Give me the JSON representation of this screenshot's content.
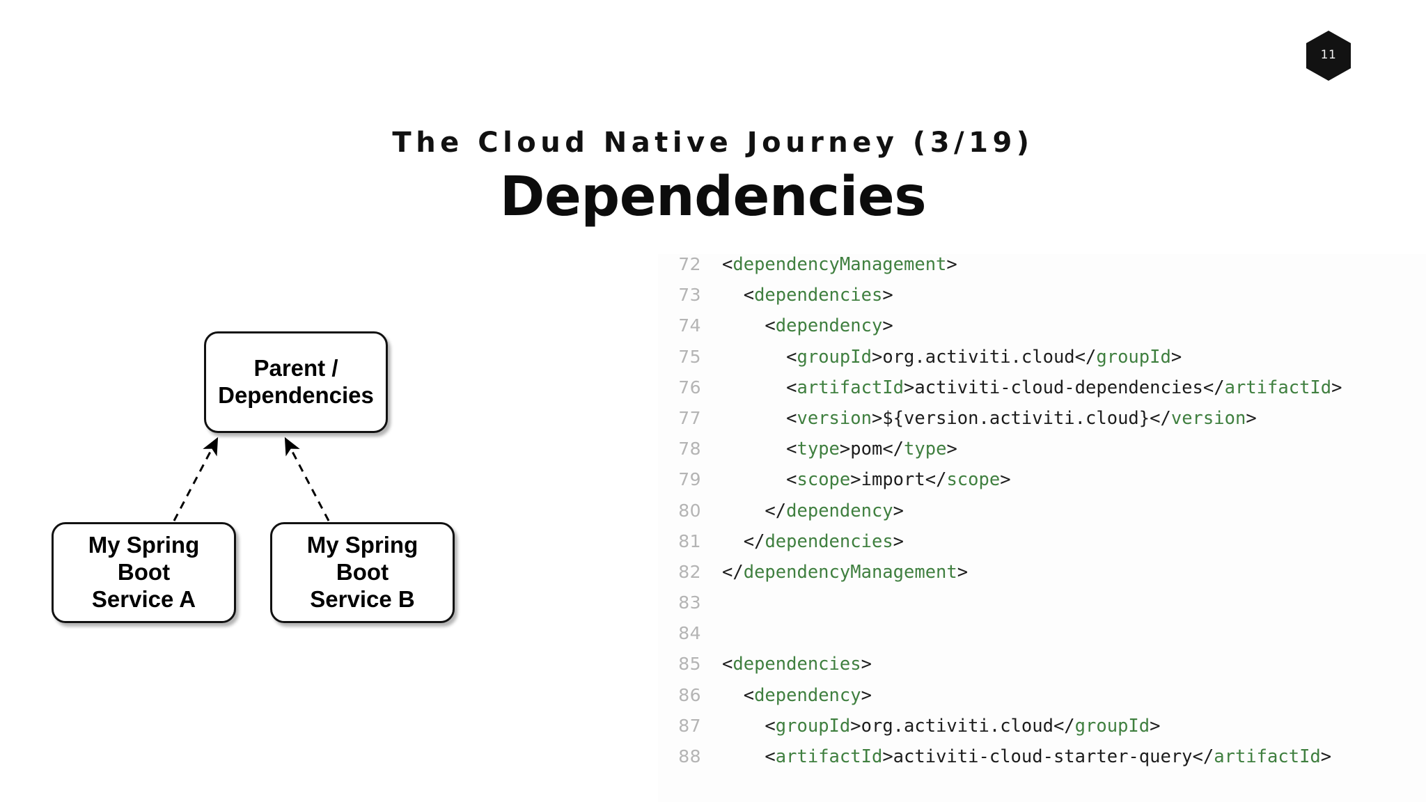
{
  "slide": {
    "badge": {
      "number": "11",
      "icon": "hexagon-badge"
    },
    "kicker": "The Cloud Native Journey (3/19)",
    "headline": "Dependencies"
  },
  "diagram": {
    "name": "dependency-hierarchy-diagram",
    "nodes": [
      {
        "id": "parent",
        "line1": "Parent /",
        "line2": "Dependencies"
      },
      {
        "id": "service-a",
        "line1": "My Spring Boot",
        "line2": "Service A"
      },
      {
        "id": "service-b",
        "line1": "My Spring Boot",
        "line2": "Service B"
      }
    ],
    "edges": [
      {
        "from": "service-a",
        "to": "parent",
        "style": "dashed",
        "arrow": "filled"
      },
      {
        "from": "service-b",
        "to": "parent",
        "style": "dashed",
        "arrow": "filled"
      }
    ]
  },
  "code": {
    "language": "xml",
    "colors": {
      "tag": "#3f7f3f",
      "text": "#1c1c1c",
      "line_number": "#b4b4b4",
      "background": "#fdfdfd"
    },
    "lines": [
      {
        "n": "72",
        "indent": 0,
        "tokens": [
          {
            "t": "punct",
            "v": "<"
          },
          {
            "t": "tag",
            "v": "dependencyManagement"
          },
          {
            "t": "punct",
            "v": ">"
          }
        ]
      },
      {
        "n": "73",
        "indent": 1,
        "tokens": [
          {
            "t": "punct",
            "v": "<"
          },
          {
            "t": "tag",
            "v": "dependencies"
          },
          {
            "t": "punct",
            "v": ">"
          }
        ]
      },
      {
        "n": "74",
        "indent": 2,
        "tokens": [
          {
            "t": "punct",
            "v": "<"
          },
          {
            "t": "tag",
            "v": "dependency"
          },
          {
            "t": "punct",
            "v": ">"
          }
        ]
      },
      {
        "n": "75",
        "indent": 3,
        "tokens": [
          {
            "t": "punct",
            "v": "<"
          },
          {
            "t": "tag",
            "v": "groupId"
          },
          {
            "t": "punct",
            "v": ">"
          },
          {
            "t": "txt",
            "v": "org.activiti.cloud"
          },
          {
            "t": "punct",
            "v": "</"
          },
          {
            "t": "tag",
            "v": "groupId"
          },
          {
            "t": "punct",
            "v": ">"
          }
        ]
      },
      {
        "n": "76",
        "indent": 3,
        "tokens": [
          {
            "t": "punct",
            "v": "<"
          },
          {
            "t": "tag",
            "v": "artifactId"
          },
          {
            "t": "punct",
            "v": ">"
          },
          {
            "t": "txt",
            "v": "activiti-cloud-dependencies"
          },
          {
            "t": "punct",
            "v": "</"
          },
          {
            "t": "tag",
            "v": "artifactId"
          },
          {
            "t": "punct",
            "v": ">"
          }
        ]
      },
      {
        "n": "77",
        "indent": 3,
        "tokens": [
          {
            "t": "punct",
            "v": "<"
          },
          {
            "t": "tag",
            "v": "version"
          },
          {
            "t": "punct",
            "v": ">"
          },
          {
            "t": "txt",
            "v": "${version.activiti.cloud}"
          },
          {
            "t": "punct",
            "v": "</"
          },
          {
            "t": "tag",
            "v": "version"
          },
          {
            "t": "punct",
            "v": ">"
          }
        ]
      },
      {
        "n": "78",
        "indent": 3,
        "tokens": [
          {
            "t": "punct",
            "v": "<"
          },
          {
            "t": "tag",
            "v": "type"
          },
          {
            "t": "punct",
            "v": ">"
          },
          {
            "t": "txt",
            "v": "pom"
          },
          {
            "t": "punct",
            "v": "</"
          },
          {
            "t": "tag",
            "v": "type"
          },
          {
            "t": "punct",
            "v": ">"
          }
        ]
      },
      {
        "n": "79",
        "indent": 3,
        "tokens": [
          {
            "t": "punct",
            "v": "<"
          },
          {
            "t": "tag",
            "v": "scope"
          },
          {
            "t": "punct",
            "v": ">"
          },
          {
            "t": "txt",
            "v": "import"
          },
          {
            "t": "punct",
            "v": "</"
          },
          {
            "t": "tag",
            "v": "scope"
          },
          {
            "t": "punct",
            "v": ">"
          }
        ]
      },
      {
        "n": "80",
        "indent": 2,
        "tokens": [
          {
            "t": "punct",
            "v": "</"
          },
          {
            "t": "tag",
            "v": "dependency"
          },
          {
            "t": "punct",
            "v": ">"
          }
        ]
      },
      {
        "n": "81",
        "indent": 1,
        "tokens": [
          {
            "t": "punct",
            "v": "</"
          },
          {
            "t": "tag",
            "v": "dependencies"
          },
          {
            "t": "punct",
            "v": ">"
          }
        ]
      },
      {
        "n": "82",
        "indent": 0,
        "tokens": [
          {
            "t": "punct",
            "v": "</"
          },
          {
            "t": "tag",
            "v": "dependencyManagement"
          },
          {
            "t": "punct",
            "v": ">"
          }
        ]
      },
      {
        "n": "83",
        "indent": 0,
        "tokens": []
      },
      {
        "n": "84",
        "indent": 0,
        "tokens": []
      },
      {
        "n": "85",
        "indent": 0,
        "tokens": [
          {
            "t": "punct",
            "v": "<"
          },
          {
            "t": "tag",
            "v": "dependencies"
          },
          {
            "t": "punct",
            "v": ">"
          }
        ]
      },
      {
        "n": "86",
        "indent": 1,
        "tokens": [
          {
            "t": "punct",
            "v": "<"
          },
          {
            "t": "tag",
            "v": "dependency"
          },
          {
            "t": "punct",
            "v": ">"
          }
        ]
      },
      {
        "n": "87",
        "indent": 2,
        "tokens": [
          {
            "t": "punct",
            "v": "<"
          },
          {
            "t": "tag",
            "v": "groupId"
          },
          {
            "t": "punct",
            "v": ">"
          },
          {
            "t": "txt",
            "v": "org.activiti.cloud"
          },
          {
            "t": "punct",
            "v": "</"
          },
          {
            "t": "tag",
            "v": "groupId"
          },
          {
            "t": "punct",
            "v": ">"
          }
        ]
      },
      {
        "n": "88",
        "indent": 2,
        "tokens": [
          {
            "t": "punct",
            "v": "<"
          },
          {
            "t": "tag",
            "v": "artifactId"
          },
          {
            "t": "punct",
            "v": ">"
          },
          {
            "t": "txt",
            "v": "activiti-cloud-starter-query"
          },
          {
            "t": "punct",
            "v": "</"
          },
          {
            "t": "tag",
            "v": "artifactId"
          },
          {
            "t": "punct",
            "v": ">"
          }
        ]
      }
    ]
  }
}
